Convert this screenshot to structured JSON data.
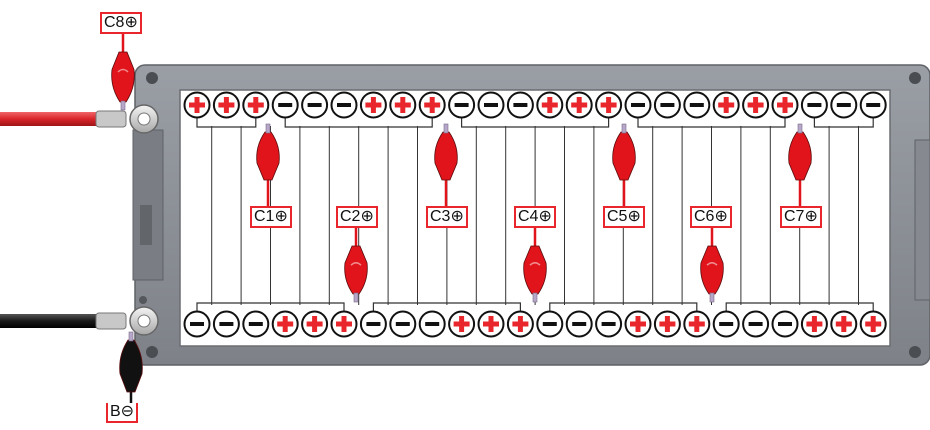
{
  "labels": {
    "c1": "C1⊕",
    "c2": "C2⊕",
    "c3": "C3⊕",
    "c4": "C4⊕",
    "c5": "C5⊕",
    "c6": "C6⊕",
    "c7": "C7⊕",
    "c8": "C8⊕",
    "b": "B⊖"
  },
  "top_row": [
    "+",
    "+",
    "+",
    "-",
    "-",
    "-",
    "+",
    "+",
    "+",
    "-",
    "-",
    "-",
    "+",
    "+",
    "+",
    "-",
    "-",
    "-",
    "+",
    "+",
    "+",
    "-",
    "-",
    "-"
  ],
  "bottom_row": [
    "-",
    "-",
    "-",
    "+",
    "+",
    "+",
    "-",
    "-",
    "-",
    "+",
    "+",
    "+",
    "-",
    "-",
    "-",
    "+",
    "+",
    "+",
    "-",
    "-",
    "-",
    "+",
    "+",
    "+"
  ],
  "colors": {
    "frame": "#8c9097",
    "frame_dark": "#6d7076",
    "plus": "#e8262b",
    "clip_red": "#e0141a",
    "clip_black": "#111111",
    "wire_red": "#d9262b",
    "wire_black": "#1a1a1a"
  }
}
